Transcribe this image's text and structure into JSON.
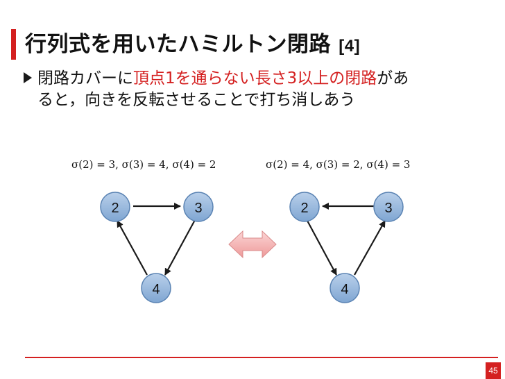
{
  "slide": {
    "title": "行列式を用いたハミルトン閉路",
    "title_tag": "[4]",
    "line1": {
      "before": "閉路カバーに",
      "highlight": "頂点1を通らない長さ3以上の閉路",
      "after": "があ"
    },
    "line2": "ると，向きを反転させることで打ち消しあう",
    "formula_left": "σ(2) = 3, σ(3) = 4, σ(4) = 2",
    "formula_right": "σ(2) = 4, σ(3) = 2, σ(4) = 3",
    "left_graph": {
      "n2": "2",
      "n3": "3",
      "n4": "4"
    },
    "right_graph": {
      "n2": "2",
      "n3": "3",
      "n4": "4"
    },
    "page_number": "45",
    "colors": {
      "accent": "#d42020",
      "node_fill": "#8fb3d9",
      "node_stroke": "#5a83b3",
      "double_arrow": "#f2a8a8"
    },
    "icons": {
      "bullet": "triangle-bullet-icon",
      "swap": "double-arrow-icon"
    }
  }
}
